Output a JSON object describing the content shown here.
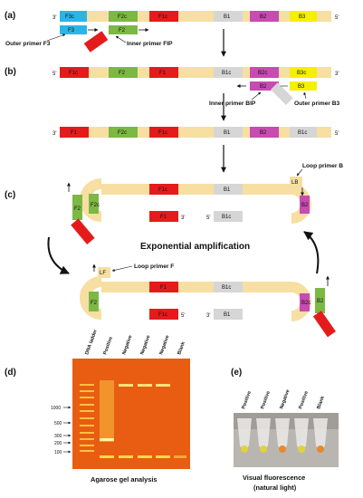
{
  "panels": {
    "a": "(a)",
    "b": "(b)",
    "c": "(c)",
    "d": "(d)",
    "e": "(e)"
  },
  "strand_ends": {
    "three": "3'",
    "five": "5'"
  },
  "segments": {
    "F3c": "F3c",
    "F2c": "F2c",
    "F1c": "F1c",
    "B1": "B1",
    "B2": "B2",
    "B3": "B3",
    "F3": "F3",
    "F2": "F2",
    "F1": "F1",
    "B1c": "B1c",
    "B2c": "B2c",
    "B3c": "B3c"
  },
  "labels": {
    "outer_f3": "Outer primer F3",
    "inner_fip": "Inner primer FIP",
    "inner_bip": "Inner primer BIP",
    "outer_b3": "Outer primer B3",
    "loop_b": "Loop primer B",
    "loop_f": "Loop primer F",
    "lb": "LB",
    "lf": "LF",
    "exponential": "Exponential amplification"
  },
  "gel": {
    "lanes": [
      "DNA ladder",
      "Positive",
      "Negative",
      "Negative",
      "Negative",
      "Blank"
    ],
    "markers": [
      "1000",
      "500",
      "300",
      "200",
      "100"
    ],
    "caption": "Agarose gel analysis"
  },
  "fluorescence": {
    "tubes": [
      "Positive",
      "Positive",
      "Negative",
      "Positive",
      "Blank"
    ],
    "caption_line1": "Visual fluorescence",
    "caption_line2": "(natural light)"
  },
  "colors": {
    "strand": "#f7dfa2",
    "f3": "#2bb5e6",
    "f2": "#7cb844",
    "f1": "#e51b1b",
    "b1": "#d6d6d6",
    "b2": "#c74bb1",
    "b3": "#f4f000",
    "gel": "#e85d12"
  }
}
